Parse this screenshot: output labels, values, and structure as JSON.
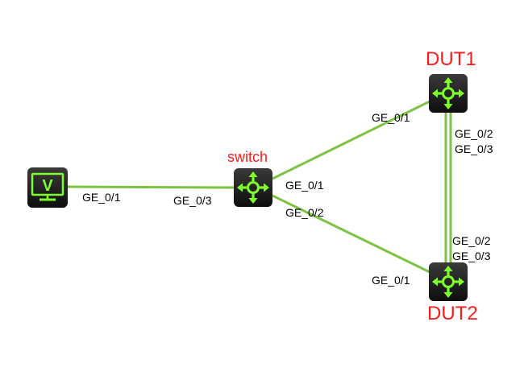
{
  "colors": {
    "link": "#7dc242",
    "icon_glyph": "#7fff2a",
    "icon_bg_top": "#3a3a3a",
    "icon_bg_bottom": "#111111",
    "node_label": "#ff1a1a",
    "port_label": "#000000"
  },
  "nodes": [
    {
      "id": "pc",
      "type": "terminal",
      "icon": "monitor-icon",
      "glyph": "V",
      "label": ""
    },
    {
      "id": "switch",
      "type": "router",
      "icon": "router-icon",
      "label": "switch"
    },
    {
      "id": "dut1",
      "type": "router",
      "icon": "router-icon",
      "label": "DUT1"
    },
    {
      "id": "dut2",
      "type": "router",
      "icon": "router-icon",
      "label": "DUT2"
    }
  ],
  "links": [
    {
      "from": "pc",
      "from_port": "GE_0/1",
      "to": "switch",
      "to_port": "GE_0/3"
    },
    {
      "from": "switch",
      "from_port": "GE_0/1",
      "to": "dut1",
      "to_port": "GE_0/1"
    },
    {
      "from": "switch",
      "from_port": "GE_0/2",
      "to": "dut2",
      "to_port": "GE_0/1"
    },
    {
      "from": "dut1",
      "from_port": "GE_0/2",
      "to": "dut2",
      "to_port": "GE_0/2"
    },
    {
      "from": "dut1",
      "from_port": "GE_0/3",
      "to": "dut2",
      "to_port": "GE_0/3"
    }
  ],
  "labels": {
    "switch": "switch",
    "dut1": "DUT1",
    "dut2": "DUT2",
    "pc_ge01": "GE_0/1",
    "sw_ge03": "GE_0/3",
    "sw_ge01": "GE_0/1",
    "sw_ge02": "GE_0/2",
    "dut1_ge01": "GE_0/1",
    "dut1_ge02": "GE_0/2",
    "dut1_ge03": "GE_0/3",
    "dut2_ge02": "GE_0/2",
    "dut2_ge03": "GE_0/3",
    "dut2_ge01": "GE_0/1",
    "pc_glyph": "V"
  }
}
